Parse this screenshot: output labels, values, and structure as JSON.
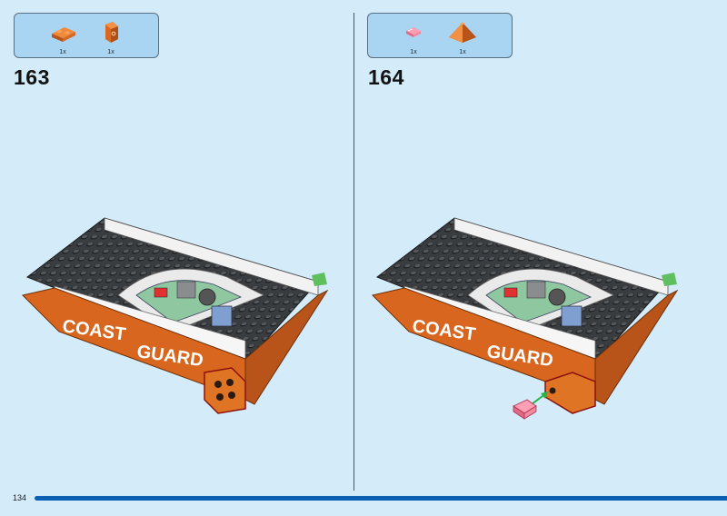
{
  "page": {
    "page_number": "134",
    "accent_color": "#0a5fb3",
    "background_color": "#d4ebf9"
  },
  "steps": [
    {
      "number": "163",
      "parts": [
        {
          "icon": "orange-plate-1x2-icon",
          "quantity": "1x"
        },
        {
          "icon": "orange-slope-brick-icon",
          "quantity": "1x"
        }
      ]
    },
    {
      "number": "164",
      "parts": [
        {
          "icon": "trans-red-tile-icon",
          "quantity": "1x"
        },
        {
          "icon": "orange-wedge-slope-icon",
          "quantity": "1x"
        }
      ]
    }
  ],
  "boat": {
    "hull_text_line1": "COAST",
    "hull_text_line2": "GUARD",
    "hull_color": "#d9661e",
    "deck_color": "#3a3d40"
  }
}
